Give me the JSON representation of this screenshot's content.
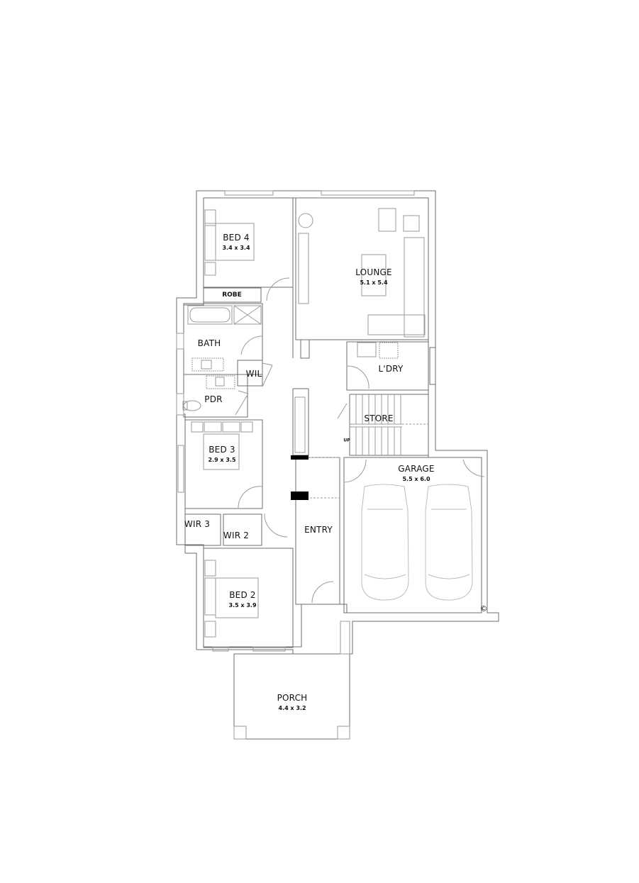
{
  "plan": {
    "type": "floor-plan",
    "rooms": [
      {
        "id": "bed4",
        "name": "BED 4",
        "dims": "3.4 x 3.4"
      },
      {
        "id": "lounge",
        "name": "LOUNGE",
        "dims": "5.1 x 5.4"
      },
      {
        "id": "robe",
        "name": "ROBE"
      },
      {
        "id": "bath",
        "name": "BATH"
      },
      {
        "id": "wil",
        "name": "WIL"
      },
      {
        "id": "pdr",
        "name": "PDR"
      },
      {
        "id": "ldry",
        "name": "L'DRY"
      },
      {
        "id": "store",
        "name": "STORE"
      },
      {
        "id": "bed3",
        "name": "BED 3",
        "dims": "2.9 x 3.5"
      },
      {
        "id": "wir3",
        "name": "WIR 3"
      },
      {
        "id": "wir2",
        "name": "WIR 2"
      },
      {
        "id": "entry",
        "name": "ENTRY"
      },
      {
        "id": "garage",
        "name": "GARAGE",
        "dims": "5.5 x 6.0"
      },
      {
        "id": "bed2",
        "name": "BED 2",
        "dims": "3.5 x 3.9"
      },
      {
        "id": "porch",
        "name": "PORCH",
        "dims": "4.4 x 3.2"
      }
    ],
    "annotations": {
      "stair_up": "UP",
      "copyright": "©"
    },
    "colors": {
      "wall": "#6e6e6e",
      "fixture": "#9a9a9a",
      "solid_wall": "#000000",
      "background": "#ffffff"
    }
  }
}
